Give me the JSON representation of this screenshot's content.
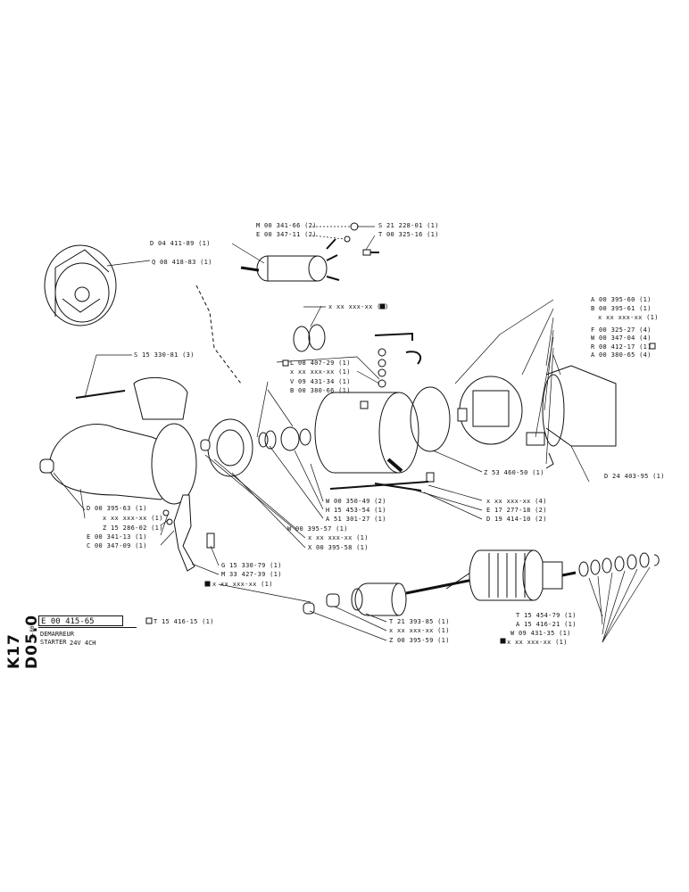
{
  "sheet": {
    "side_code": "K17 D05.0",
    "side_date": "6-80",
    "part_number": "E 00 415-65",
    "top_note": "T 15 416-15 (1)",
    "title_fr": "DEMARREUR",
    "title_en": "STARTER",
    "spec": "24V 4CH"
  },
  "labels": {
    "m_00_341_66": "M 00 341-66 (2)",
    "e_00_347_11": "E 00 347-11 (2)",
    "d_04_411_89": "D 04 411-89 (1)",
    "s_21_228_01": "S 21 228-01 (1)",
    "t_00_325_16": "T 00 325-16 (1)",
    "q_08_418_83": "Q 08 418-83 (1)",
    "xx_top": "x xx xxx-xx (1)",
    "a_00_395_60": "A 00 395-60 (1)",
    "b_00_395_61": "B 00 395-61 (1)",
    "xx_right": "x xx xxx-xx (1)",
    "f_00_325_27": "F 00 325-27 (4)",
    "w_00_347_04": "W 00 347-04 (4)",
    "r_08_412_17": "R 08 412-17 (1)",
    "a_00_380_65": "A 00 380-65 (4)",
    "s_15_330_81": "S 15 330-81 (3)",
    "l_08_407_29": "L 08 407-29 (1)",
    "xx_mid": "x xx xxx-xx (1)",
    "v_09_431_34": "V 09 431-34 (1)",
    "b_00_380_66": "B 00 380-66 (1)",
    "z_53_460_50": "Z 53 460-50 (1)",
    "d_24_403_95": "D 24 403-95 (1)",
    "d_00_395_63": "D 00 395-63 (1)",
    "xx_left": "x xx xxx-xx (1)",
    "z_15_286_02": "Z 15 286-02 (1)",
    "e_00_341_13": "E 00 341-13 (1)",
    "c_00_347_09": "C 00 347-09 (1)",
    "w_00_350_49": "W 00 350-49 (2)",
    "h_15_453_54": "H 15 453-54 (1)",
    "a_51_301_27": "A 51 301-27 (1)",
    "w_00_395_57": "W 00 395-57 (1)",
    "xx_x00": "x xx xxx-xx (1)",
    "x_00_395_58": "X 00 395-58 (1)",
    "xx_rod": "x xx xxx-xx (4)",
    "e_17_277_18": "E 17 277-18 (2)",
    "d_19_414_10": "D 19 414-10 (2)",
    "g_15_330_79": "G 15 330-79 (1)",
    "m_33_427_39": "M 33 427-39 (1)",
    "xx_bottom": "x xx xxx-xx (1)",
    "t_21_393_85": "T 21 393-85 (1)",
    "xx_t21": "x xx xxx-xx (1)",
    "z_00_395_59": "Z 00 395-59 (1)",
    "t_15_454_79": "T 15 454-79 (1)",
    "a_15_416_21": "A 15 416-21 (1)",
    "w_09_431_35": "W 09 431-35 (1)",
    "xx_armature": "x xx xxx-xx (1)"
  }
}
